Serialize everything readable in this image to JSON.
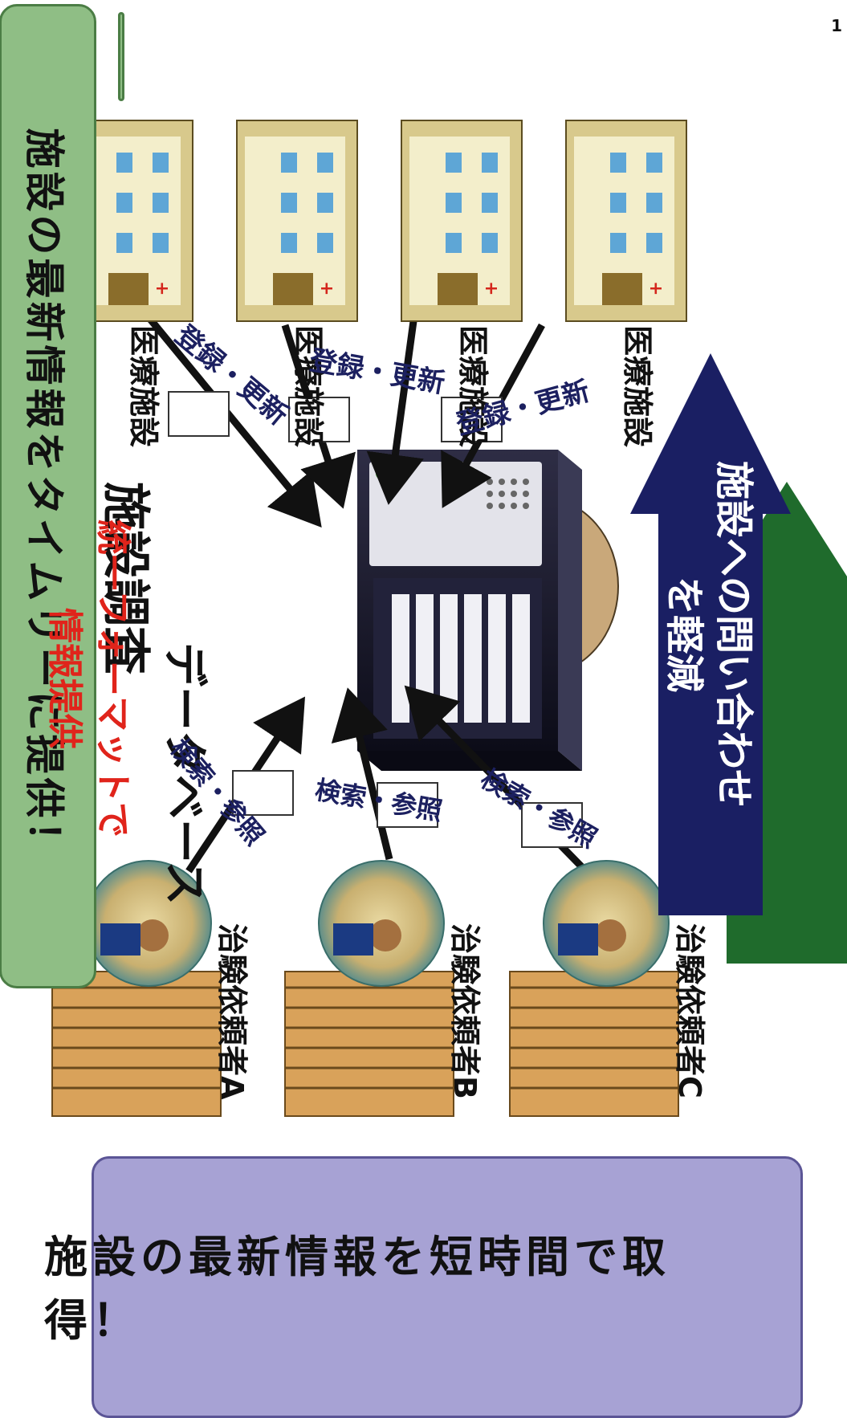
{
  "page_number": "1",
  "banner_top": "施設の最新情報をタイムリーに提供！",
  "banner_bottom": "施設の最新情報を短時間で取得！",
  "database": {
    "line1": "施設調査",
    "line2": "データベース"
  },
  "facilities": [
    {
      "label": "医療施設"
    },
    {
      "label": "医療施設"
    },
    {
      "label": "医療施設"
    },
    {
      "label": "医療施設"
    }
  ],
  "requesters": [
    {
      "label": "治験依頼者A"
    },
    {
      "label": "治験依頼者B"
    },
    {
      "label": "治験依頼者C"
    }
  ],
  "register_label": "登録・更新",
  "search_label": "検索・参照",
  "green_arrow": {
    "line1": "統一フォーマットで",
    "line2": "情報提供"
  },
  "navy_arrow": {
    "line1": "施設への問い合わせ",
    "line2": "を軽減"
  },
  "colors": {
    "green_arrow": "#1f6b2c",
    "navy_arrow": "#1a1f63",
    "red_text": "#e0241b"
  }
}
